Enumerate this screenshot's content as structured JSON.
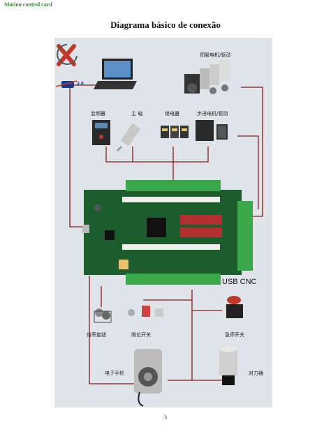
{
  "header": {
    "text": "Motion control card"
  },
  "title": "Diagrama básico de conexão",
  "page_number": "3",
  "labels": {
    "servo": "伺服电机/驱动",
    "usb": "2.0",
    "inverter": "变频器",
    "spindle": "主 轴",
    "relay": "继电器",
    "stepper": "步进电机/驱动",
    "board": "USB CNC",
    "knob": "倍率旋钮",
    "limit": "限位开关",
    "estop": "急停开关",
    "handwheel": "电子手轮",
    "tool_setter": "对刀器"
  },
  "colors": {
    "wire": "#8b1a1a",
    "panel": "#dfe3ea",
    "pcb": "#1d5c2c",
    "terminal": "#3aa84a",
    "header_text": "#2e8b2e"
  },
  "icons": [
    "brand-x-logo-icon",
    "usb-logo-icon",
    "laptop-icon",
    "servo-motor-icon",
    "inverter-icon",
    "spindle-icon",
    "relay-icon",
    "stepper-motor-icon",
    "control-board-icon",
    "knob-icon",
    "limit-switch-icon",
    "estop-icon",
    "handwheel-icon",
    "tool-setter-icon"
  ]
}
